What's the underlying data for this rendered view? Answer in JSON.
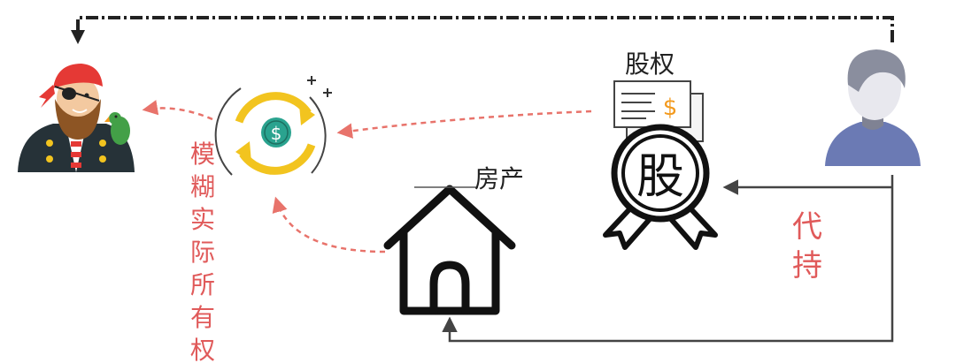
{
  "labels": {
    "equity": "股权",
    "equity_seal": "股",
    "property": "房产",
    "nominee": "代持",
    "vertical_text": [
      "模",
      "糊",
      "实",
      "际",
      "所",
      "有",
      "权"
    ],
    "currency_symbol": "$"
  },
  "colors": {
    "red_label": "#e05a5a",
    "red_arrow": "#e8736b",
    "dark_line": "#444444",
    "person_gray": "#8a8e9e",
    "person_shirt": "#6b7ab4",
    "exchange_yellow": "#f2c41f",
    "coin_teal": "#2aa38f",
    "card_orange": "#f39a1e"
  },
  "icons": {
    "pirate": "pirate-avatar-icon",
    "person": "person-avatar-icon",
    "exchange": "currency-exchange-icon",
    "certificate": "share-certificate-icon",
    "house": "house-icon"
  }
}
